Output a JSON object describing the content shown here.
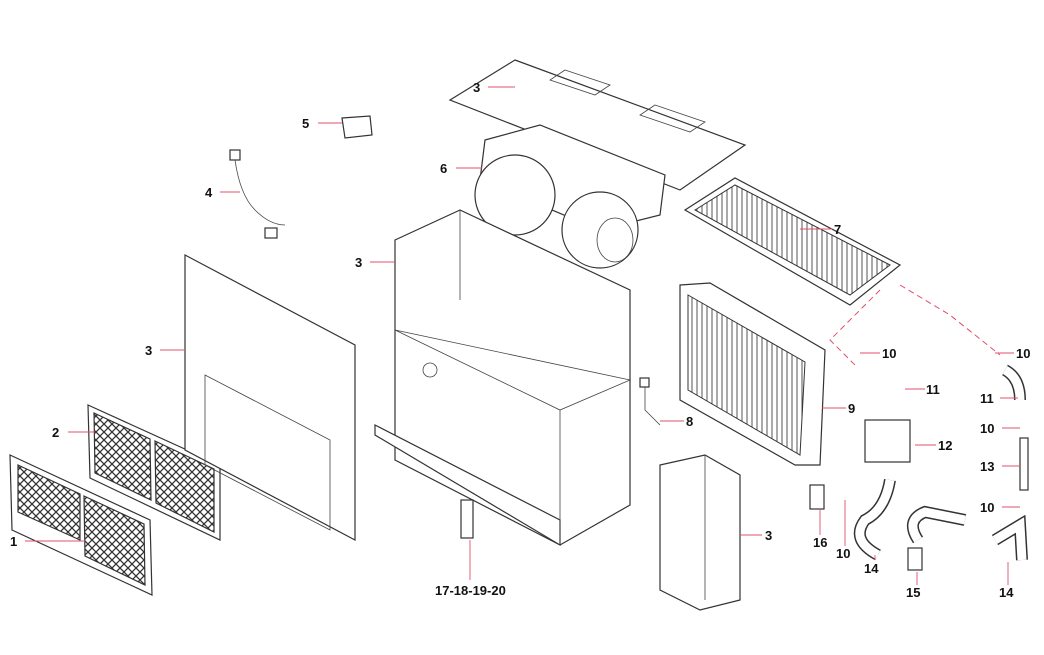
{
  "title": "Heater unit exploded parts diagram",
  "callouts": {
    "c1": "1",
    "c2": "2",
    "c3a": "3",
    "c3b": "3",
    "c3c": "3",
    "c3d": "3",
    "c4": "4",
    "c5": "5",
    "c6": "6",
    "c7": "7",
    "c8": "8",
    "c9": "9",
    "c10a": "10",
    "c10b": "10",
    "c10c": "10",
    "c10d": "10",
    "c10e": "10",
    "c11a": "11",
    "c11b": "11",
    "c12": "12",
    "c13": "13",
    "c14a": "14",
    "c14b": "14",
    "c15": "15",
    "c16": "16",
    "c17_20": "17-18-19-20"
  },
  "colors": {
    "leader": "#e0506a",
    "line": "#333333"
  }
}
